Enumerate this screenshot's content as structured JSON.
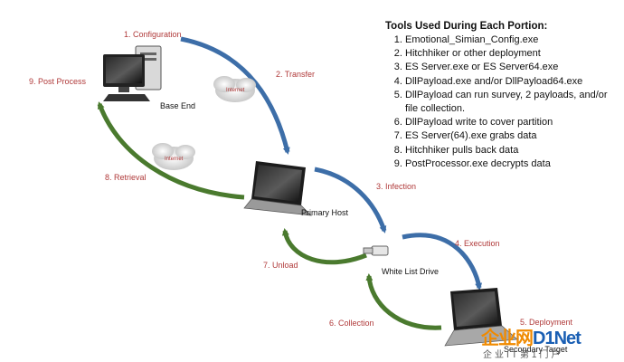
{
  "tools": {
    "title": "Tools Used During Each Portion:",
    "items": [
      "Emotional_Simian_Config.exe",
      "Hitchhiker or other deployment",
      "ES Server.exe or ES Server64.exe",
      "DllPayload.exe and/or DllPayload64.exe",
      "DllPayload can run survey, 2 payloads, and/or file collection.",
      "DllPayload write to cover partition",
      "ES Server(64).exe grabs data",
      "Hitchhiker pulls back data",
      "PostProcessor.exe decrypts data"
    ]
  },
  "steps": {
    "s1": "1. Configuration",
    "s2": "2. Transfer",
    "s3": "3. Infection",
    "s4": "4. Execution",
    "s5": "5. Deployment",
    "s6": "6. Collection",
    "s7": "7. Unload",
    "s8": "8. Retrieval",
    "s9": "9. Post Process"
  },
  "nodes": {
    "base": "Base End",
    "primary": "Primary Host",
    "drive": "White List Drive",
    "secondary": "Secondary Target"
  },
  "clouds": {
    "c1": "Internet",
    "c2": "Internet"
  },
  "watermark": {
    "brand": "企业网",
    "brand2": "D1Net",
    "sub": "企业IT第1门户"
  },
  "colors": {
    "blue_arrow": "#3d6ea8",
    "green_arrow": "#4a7a2e",
    "label_red": "#b03a3a"
  }
}
